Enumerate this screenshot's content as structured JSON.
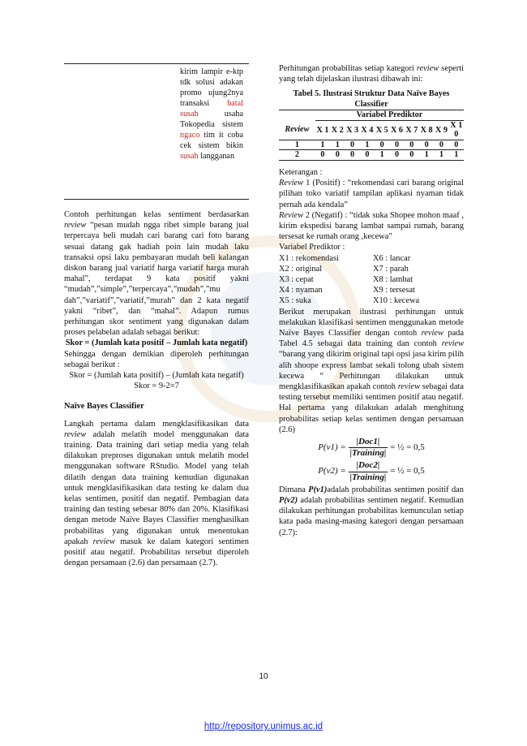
{
  "left": {
    "frag_plain1": "kirim lampir e-ktp tdk solusi adakan promo ujung2nya transaksi ",
    "frag_red1": "batal susah",
    "frag_plain2": " usaha Tokopedia sistem ",
    "frag_red2": "ngaco",
    "frag_plain3": " tim it coba cek sistem bikin ",
    "frag_red3": "susah",
    "frag_plain4": " langganan",
    "p1_a": "Contoh perhitungan kelas sentiment berdasarkan ",
    "p1_review": "review",
    "p1_b": " “pesan mudah ngga ribet simple barang jual terpercaya beli mudah cari barang cari foto barang sesuai datang gak hadiah poin lain mudah laku transaksi opsi laku pembayaran mudah beli kalangan diskon barang jual variatif harga variatif harga murah mahal”, terdapat 9 kata positif yakni “mudah”,”simple”,”terpercaya”,”mudah”,”mu dah”,”variatif”,”variatif,”murah” dan 2 kata negatif yakni “ribet”, dan “mahal”. Adapun rumus perhitungan skor sentiment yang digunakan dalam proses pelabelan adalah sebagai berikut:",
    "formula1": "Skor = (Jumlah kata positif – Jumlah kata negatif)",
    "p2": "Sehingga dengan demikian diperoleh perhitungan sebagai berikut :",
    "formula2": "Skor = (Jumlah kata positif) – (Jumlah kata negatif)",
    "formula3": "Skor = 9-2=7",
    "heading": "Naïve Bayes Classifier",
    "p3_a": "Langkah pertama dalam mengklasifikasikan data ",
    "p3_review": "review",
    "p3_b": " adalah melatih model menggunakan data training. Data training dari setiap media yang telah dilakukan preproses digunakan untuk melatih model menggunakan software RStudio. Model yang telah dilatih dengan data training kemudian digunakan untuk mengklasifikasikan data testing ke dalam dua kelas sentimen, positif dan negatif. Pembagian data training dan testing sebesar 80% dan 20%. Klasifikasi dengan metode Naïve Bayes Classifier menghasilkan probabilitas yang digunakan untuk menentukan apakah ",
    "p3_review2": "review",
    "p3_c": " masuk ke dalam kategori sentimen positif atau negatif. Probabilitas tersebut diperoleh dengan persamaan (2.6) dan persamaan (2.7)."
  },
  "right": {
    "p1_a": "Perhitungan probabilitas setiap kategori ",
    "p1_review": "review",
    "p1_b": " seperti yang telah dijelaskan ilustrasi dibawah ini:",
    "table_caption": "Tabel 5. Ilustrasi Struktur Data Naïve Bayes Classifier",
    "table_group_header": "Variabel Prediktor",
    "table_row_header": "Review",
    "table_cols": [
      "X 1",
      "X 2",
      "X 3",
      "X 4",
      "X 5",
      "X 6",
      "X 7",
      "X 8",
      "X 9",
      "X 1 0"
    ],
    "table_rows": [
      {
        "id": "1",
        "values": [
          "1",
          "1",
          "0",
          "1",
          "0",
          "0",
          "0",
          "0",
          "0",
          "0"
        ]
      },
      {
        "id": "2",
        "values": [
          "0",
          "0",
          "0",
          "0",
          "1",
          "0",
          "0",
          "1",
          "1",
          "1"
        ]
      }
    ],
    "keterangan": "Keterangan :",
    "k1_review": "Review",
    "k1_text": " 1 (Positif) : “rekomendasi cari barang original pilihan toko variatif tampilan aplikasi nyaman tidak pernah ada kendala”",
    "k2_review": "Review",
    "k2_text": " 2 (Negatif) : “tidak suka Shopee mohon maaf , kirim ekspedisi barang lambat sampai rumah, barang tersesat ke rumah orang ,kecewa”",
    "var_title": "Variabel Prediktor :",
    "vars_left": [
      "X1 : rekomendasi",
      "X2 : original",
      "X3 : cepat",
      "X4 : nyaman",
      "X5 : suka"
    ],
    "vars_right": [
      "X6 : lancar",
      "X7 : parah",
      "X8 : lambat",
      "X9 : tersesat",
      "X10 : kecewa"
    ],
    "p2_a": "Berikut merupakan ilustrasi perhitungan untuk melakukan klasifikasi sentimen menggunakan metode Naïve Bayes Classifier dengan contoh ",
    "p2_review": "review",
    "p2_b": " pada Tabel 4.5 sebagai data training dan contoh ",
    "p2_review2": "review",
    "p2_c": " “barang yang dikirim original tapi opsi jasa kirim pilih alih shoope express lambat sekali tolong ubah sistem kecewa “ Perhitungan dilakukan untuk mengklasifikasikan apakah contoh ",
    "p2_review3": "review",
    "p2_d": " sebagai data testing tersebut memiliki sentimen positif atau negatif. Hal pertama yang dilakukan adalah menghitung probabilitas setiap kelas sentimen dengan persamaan (2.6)",
    "eq1_lhs": "P(v1) =",
    "eq1_num": "|Doc1|",
    "eq1_den": "|Training|",
    "eq1_rhs": "= ½ = 0,5",
    "eq2_lhs": "P(v2) =",
    "eq2_num": "|Doc2|",
    "eq2_den": "|Training|",
    "eq2_rhs": "= ½ = 0,5",
    "p3_a": "Dimana ",
    "p3_v1": "P(v1)",
    "p3_b": "adalah probabilitas sentimen positif dan ",
    "p3_v2": "P(v2)",
    "p3_c": " adalah probabilitas sentimen negatif. Kemudian dilakukan perhitungan probabilitas kemunculan setiap kata pada masing-masing kategori dengan persamaan (2.7):"
  },
  "page_number": "10",
  "footer_url": "http://repository.unimus.ac.id"
}
